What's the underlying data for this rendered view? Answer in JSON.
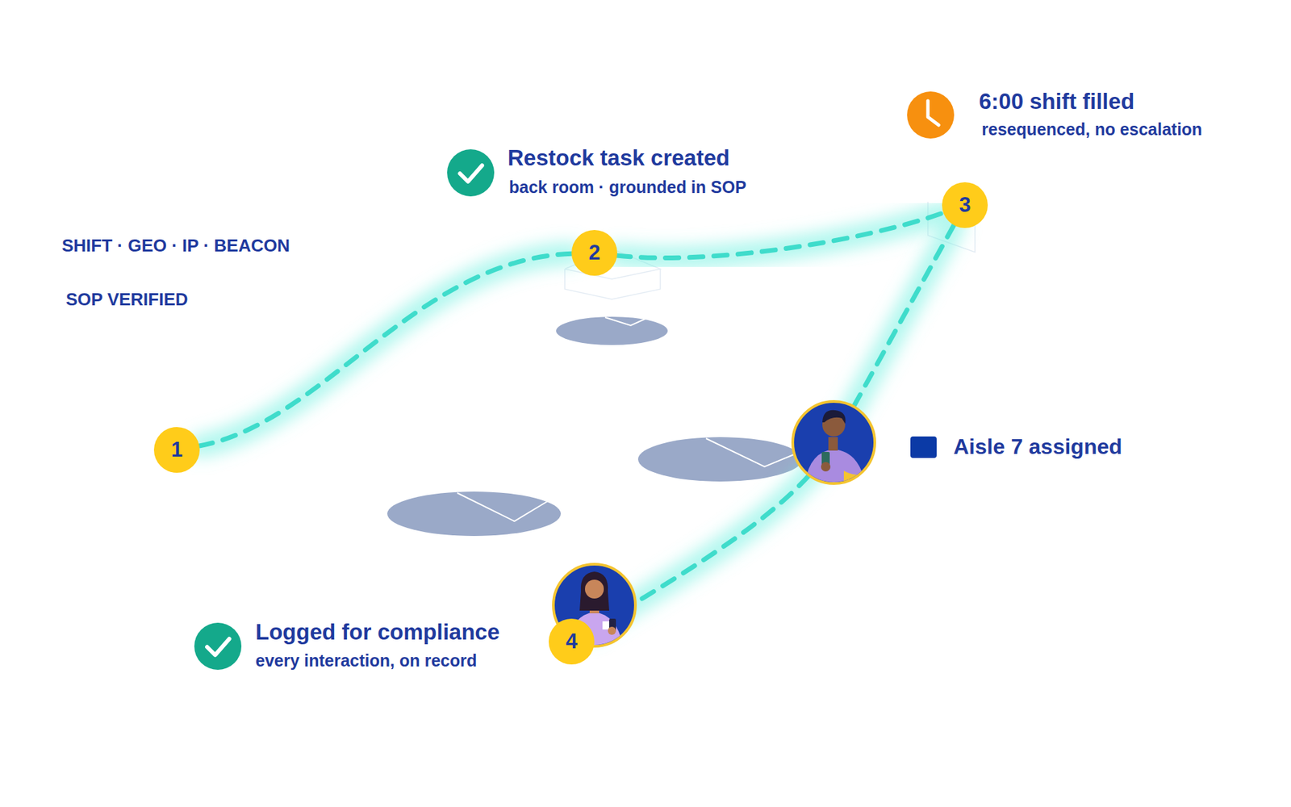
{
  "diagram": {
    "nodes": [
      {
        "text": [
          "1"
        ]
      },
      {
        "text": [
          "2"
        ]
      },
      {
        "text": [
          "3"
        ]
      },
      {
        "text": [
          "4"
        ]
      }
    ],
    "edges": [
      {
        "from": 0,
        "to": 1,
        "arrow": "none"
      },
      {
        "from": 1,
        "to": 2,
        "arrow": "none"
      },
      {
        "from": 2,
        "to": 3,
        "arrow": "none"
      }
    ],
    "labels": [
      "6:00 shift filled",
      "resequenced, no escalation",
      "Restock task created",
      "back room · grounded in SOP",
      "SHIFT · GEO · IP · BEACON",
      "SOP VERIFIED",
      "Logged for compliance",
      "every interaction, on record"
    ],
    "legend": [
      {
        "text": "Aisle 7 assigned",
        "color": "#0b3aa6"
      }
    ]
  }
}
